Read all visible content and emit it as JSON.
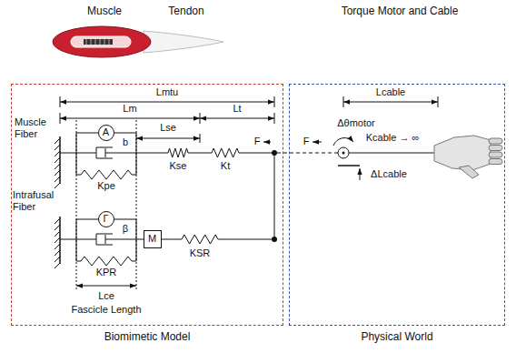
{
  "diagram": {
    "nodes": [
      {
        "text": [
          "Biomimetic Model"
        ]
      },
      {
        "text": [
          "A"
        ],
        "in": 0
      },
      {
        "text": [
          "Γ"
        ],
        "in": 0
      },
      {
        "text": [
          "M"
        ],
        "in": 0
      },
      {
        "text": [
          "Physical World"
        ]
      }
    ],
    "labels": [
      "Muscle",
      "Tendon",
      "Torque Motor and Cable",
      "Lmtu",
      "Lm",
      "Lt",
      "Lcable",
      "Muscle Fiber",
      "Lse",
      "b",
      "Kpe",
      "Kse",
      "Kt",
      "F",
      "F",
      "Δθmotor",
      "Kcable → ∞",
      "ΔLcable",
      "Intrafusal Fiber",
      "β",
      "KPR",
      "KSR",
      "Lce",
      "Fascicle Length"
    ]
  }
}
